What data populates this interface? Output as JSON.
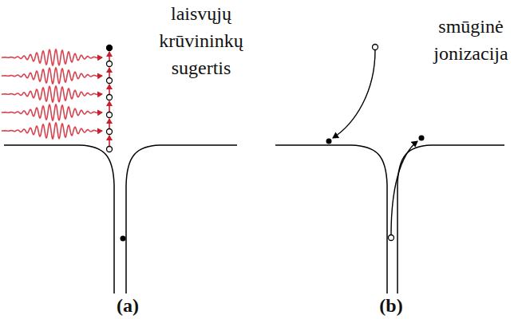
{
  "diagram": {
    "labels": [
      "laisvųjų krūvininkų sugertis",
      "smūginė jonizacija",
      "(a)",
      "(b)"
    ]
  }
}
